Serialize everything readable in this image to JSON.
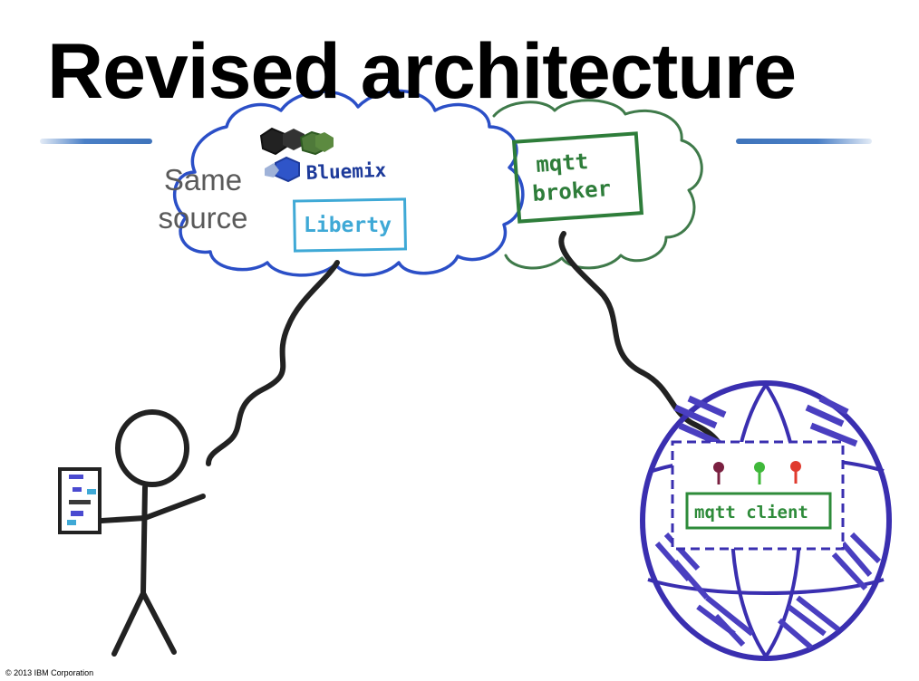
{
  "slide": {
    "title": "Revised architecture",
    "note_line1": "Same",
    "note_line2": "source",
    "footer": "© 2013 IBM Corporation"
  },
  "diagram": {
    "bluemix_label": "Bluemix",
    "liberty_label": "Liberty",
    "broker_line1": "mqtt",
    "broker_line2": "broker",
    "client_label": "mqtt client",
    "colors": {
      "bluemix_cloud": "#2b4fc7",
      "broker_cloud": "#3f7a4a",
      "liberty_box": "#3fa9d6",
      "broker_box": "#2e7d3a",
      "client_box": "#2e8b3a",
      "globe": "#3a2fb0",
      "wire": "#222222",
      "led_maroon": "#7a2040",
      "led_green": "#3fb83a",
      "led_red": "#e03b2f"
    }
  }
}
